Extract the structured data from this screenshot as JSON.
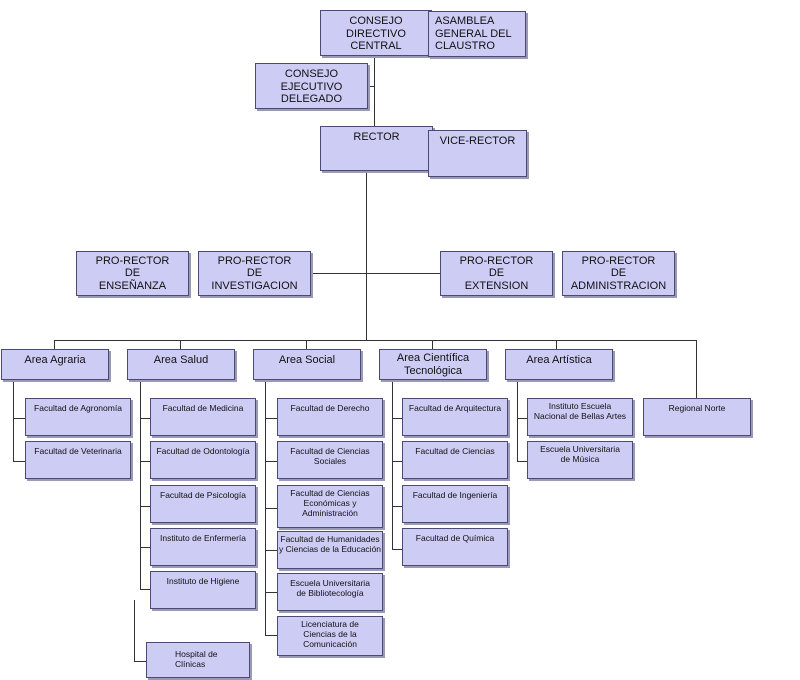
{
  "top": {
    "consejo_directivo": "CONSEJO\nDIRECTIVO\nCENTRAL",
    "asamblea": "ASAMBLEA\nGENERAL DEL\nCLAUSTRO",
    "consejo_ejecutivo": "CONSEJO\nEJECUTIVO\nDELEGADO",
    "rector": "RECTOR",
    "vice_rector": "VICE-RECTOR"
  },
  "pro_rectors": [
    "PRO-RECTOR\nDE\nENSEÑANZA",
    "PRO-RECTOR\nDE\nINVESTIGACION",
    "PRO-RECTOR\nDE\nEXTENSION",
    "PRO-RECTOR\nDE\nADMINISTRACION"
  ],
  "areas": [
    {
      "name": "Area Agraria",
      "units": [
        "Facultad de Agronomía",
        "Facultad de Veterinaria"
      ]
    },
    {
      "name": "Area Salud",
      "units": [
        "Facultad de Medicina",
        "Facultad de Odontología",
        "Facultad de Psicología",
        "Instituto de Enfermería",
        "Instituto de Higiene"
      ],
      "extra": "Hospital de\nClínicas"
    },
    {
      "name": "Area Social",
      "units": [
        "Facultad de Derecho",
        "Facultad de Ciencias\nSociales",
        "Facultad de Ciencias\nEconómicas y\nAdministración",
        "Facultad de Humanidades\ny Ciencias de la Educación",
        "Escuela Universitaria\nde Bibliotecología",
        "Licenciatura de\nCiencias de la\nComunicación"
      ]
    },
    {
      "name": "Area Científica\nTecnológica",
      "units": [
        "Facultad de Arquitectura",
        "Facultad de Ciencias",
        "Facultad de Ingeniería",
        "Facultad de Química"
      ]
    },
    {
      "name": "Area Artística",
      "units": [
        "Instituto Escuela\nNacional de Bellas Artes",
        "Escuela Universitaria\nde Música"
      ]
    }
  ],
  "regional": "Regional Norte"
}
